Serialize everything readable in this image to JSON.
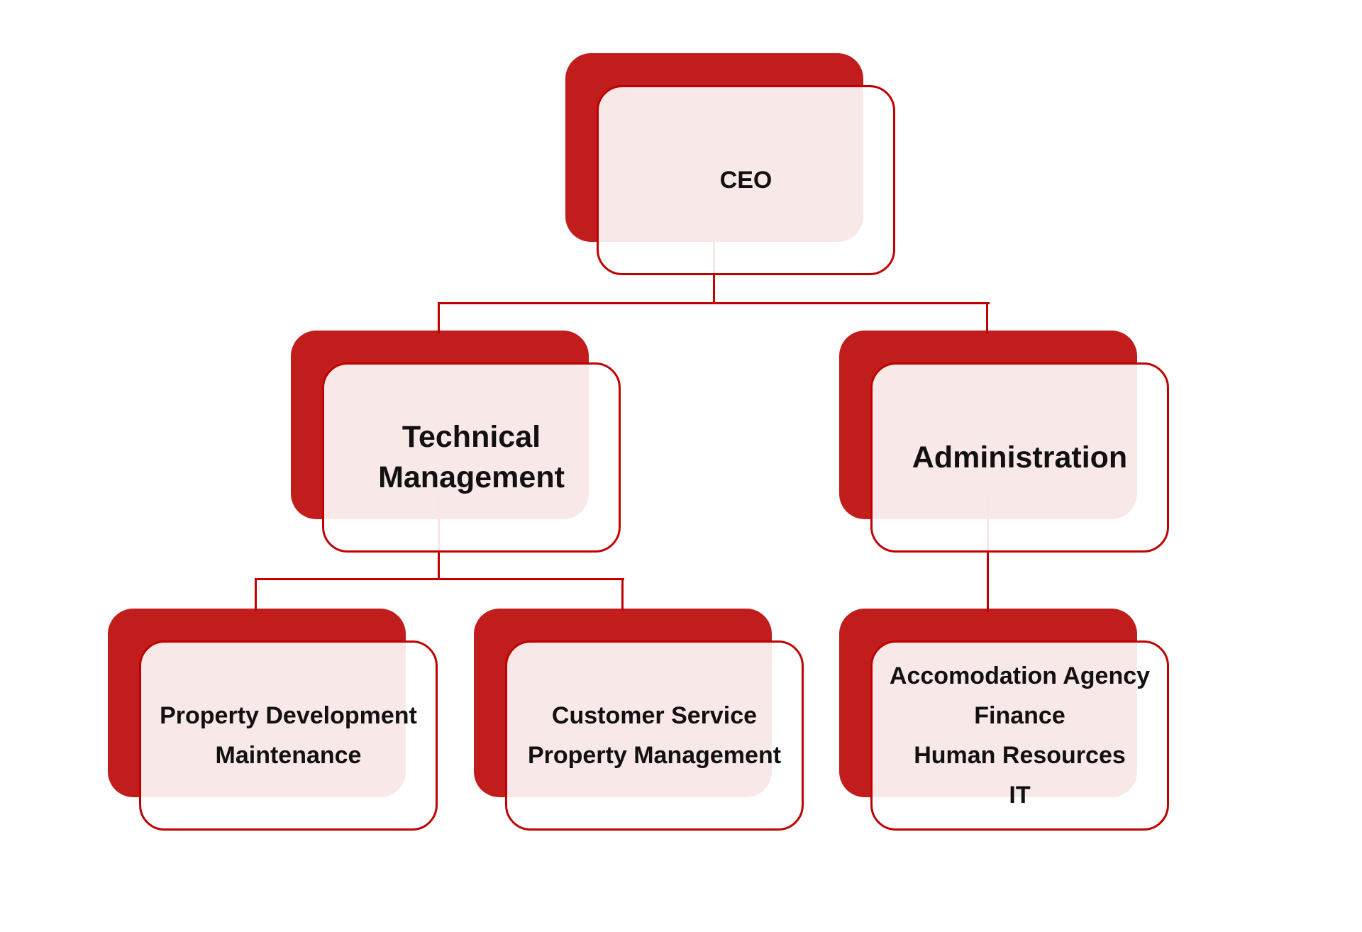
{
  "page": {
    "background_color": "#FFFFFF",
    "description": "Organization chart diagram with red rounded rectangle nodes"
  },
  "org": {
    "colors": {
      "shape_fill_red": "#C11D1D",
      "connector_and_border_red": "#C00000",
      "front_overlay_fill": "rgba(255,255,255,0.9)",
      "overlap_pink": "#F9E9E9",
      "text": "#111111"
    },
    "nodes": [
      {
        "id": "ceo",
        "level": 0,
        "parent": null,
        "lines": [
          "CEO"
        ]
      },
      {
        "id": "technical-management",
        "level": 1,
        "parent": "ceo",
        "lines": [
          "Technical",
          "Management"
        ]
      },
      {
        "id": "administration",
        "level": 1,
        "parent": "ceo",
        "lines": [
          "Administration"
        ]
      },
      {
        "id": "property-development-maintenance",
        "level": 2,
        "parent": "technical-management",
        "lines": [
          "Property Development",
          "Maintenance"
        ]
      },
      {
        "id": "customer-service-property-management",
        "level": 2,
        "parent": "technical-management",
        "lines": [
          "Customer Service",
          "Property Management"
        ]
      },
      {
        "id": "administration-departments",
        "level": 2,
        "parent": "administration",
        "lines": [
          "Accomodation Agency",
          "Finance",
          "Human Resources",
          "IT"
        ]
      }
    ]
  }
}
